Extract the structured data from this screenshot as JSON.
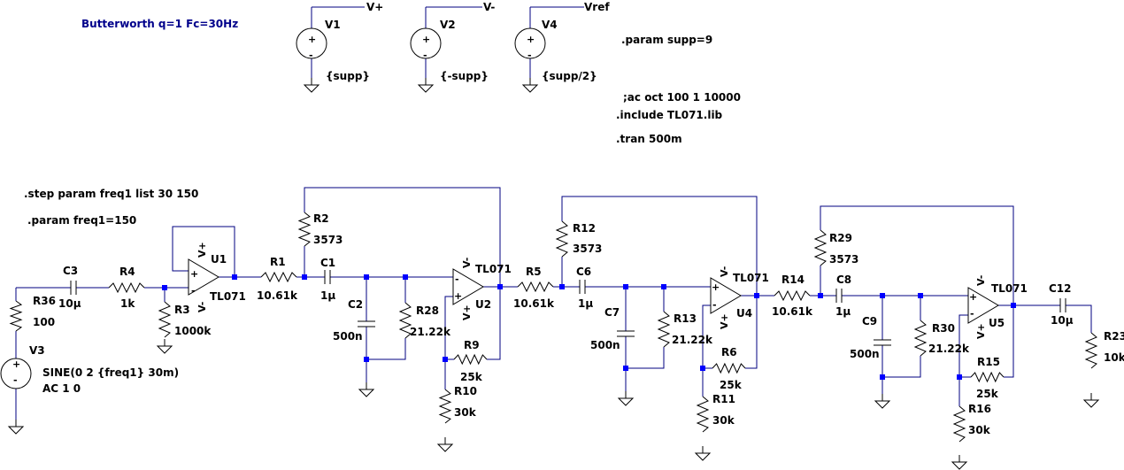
{
  "title": "Butterworth q=1 Fc=30Hz",
  "directives": {
    "param_supp": ".param supp=9",
    "ac": ";ac oct 100 1 10000",
    "include": ".include TL071.lib",
    "tran": ".tran 500m",
    "step": ".step param freq1 list 30 150",
    "param_freq": ".param freq1=150"
  },
  "nets": {
    "vplus": "V+",
    "vminus": "V-",
    "vref": "Vref"
  },
  "supplies": [
    {
      "name": "V1",
      "value": "{supp}"
    },
    {
      "name": "V2",
      "value": "{-supp}"
    },
    {
      "name": "V4",
      "value": "{supp/2}"
    }
  ],
  "source": {
    "name": "V3",
    "value": "SINE(0 2 {freq1} 30m)",
    "ac": "AC 1 0"
  },
  "resistors": [
    {
      "name": "R36",
      "value": "100"
    },
    {
      "name": "R4",
      "value": "1k"
    },
    {
      "name": "R3",
      "value": "1000k"
    },
    {
      "name": "R1",
      "value": "10.61k"
    },
    {
      "name": "R2",
      "value": "3573"
    },
    {
      "name": "R28",
      "value": "21.22k"
    },
    {
      "name": "R9",
      "value": "25k"
    },
    {
      "name": "R10",
      "value": "30k"
    },
    {
      "name": "R5",
      "value": "10.61k"
    },
    {
      "name": "R12",
      "value": "3573"
    },
    {
      "name": "R13",
      "value": "21.22k"
    },
    {
      "name": "R6",
      "value": "25k"
    },
    {
      "name": "R11",
      "value": "30k"
    },
    {
      "name": "R14",
      "value": "10.61k"
    },
    {
      "name": "R29",
      "value": "3573"
    },
    {
      "name": "R30",
      "value": "21.22k"
    },
    {
      "name": "R15",
      "value": "25k"
    },
    {
      "name": "R16",
      "value": "30k"
    },
    {
      "name": "R23",
      "value": "10k"
    }
  ],
  "capacitors": [
    {
      "name": "C3",
      "value": "10µ"
    },
    {
      "name": "C1",
      "value": "1µ"
    },
    {
      "name": "C2",
      "value": "500n"
    },
    {
      "name": "C6",
      "value": "1µ"
    },
    {
      "name": "C7",
      "value": "500n"
    },
    {
      "name": "C8",
      "value": "1µ"
    },
    {
      "name": "C9",
      "value": "500n"
    },
    {
      "name": "C12",
      "value": "10µ"
    }
  ],
  "opamps": [
    {
      "name": "U1",
      "model": "TL071"
    },
    {
      "name": "U2",
      "model": "TL071"
    },
    {
      "name": "U4",
      "model": "TL071"
    },
    {
      "name": "U5",
      "model": "TL071"
    }
  ],
  "pins": {
    "plus": "+",
    "minus": "-",
    "vp": "V+",
    "vn": "V-"
  }
}
